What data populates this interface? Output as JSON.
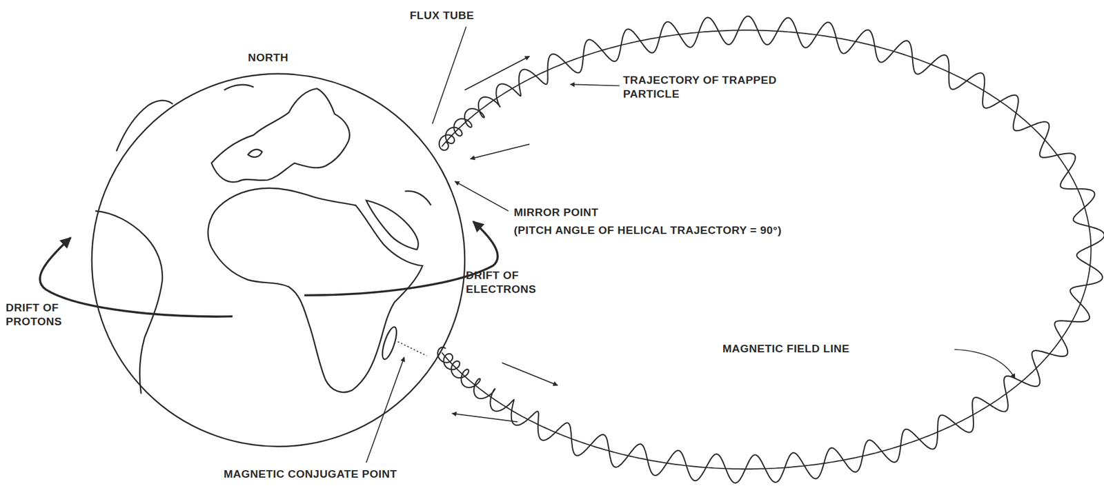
{
  "diagram": {
    "labels": [
      "NORTH",
      "FLUX TUBE",
      "TRAJECTORY OF TRAPPED PARTICLE",
      "MIRROR POINT",
      "(PITCH ANGLE OF HELICAL TRAJECTORY = 90°)",
      "DRIFT OF ELECTRONS",
      "DRIFT OF PROTONS",
      "MAGNETIC FIELD LINE",
      "MAGNETIC CONJUGATE POINT"
    ]
  }
}
